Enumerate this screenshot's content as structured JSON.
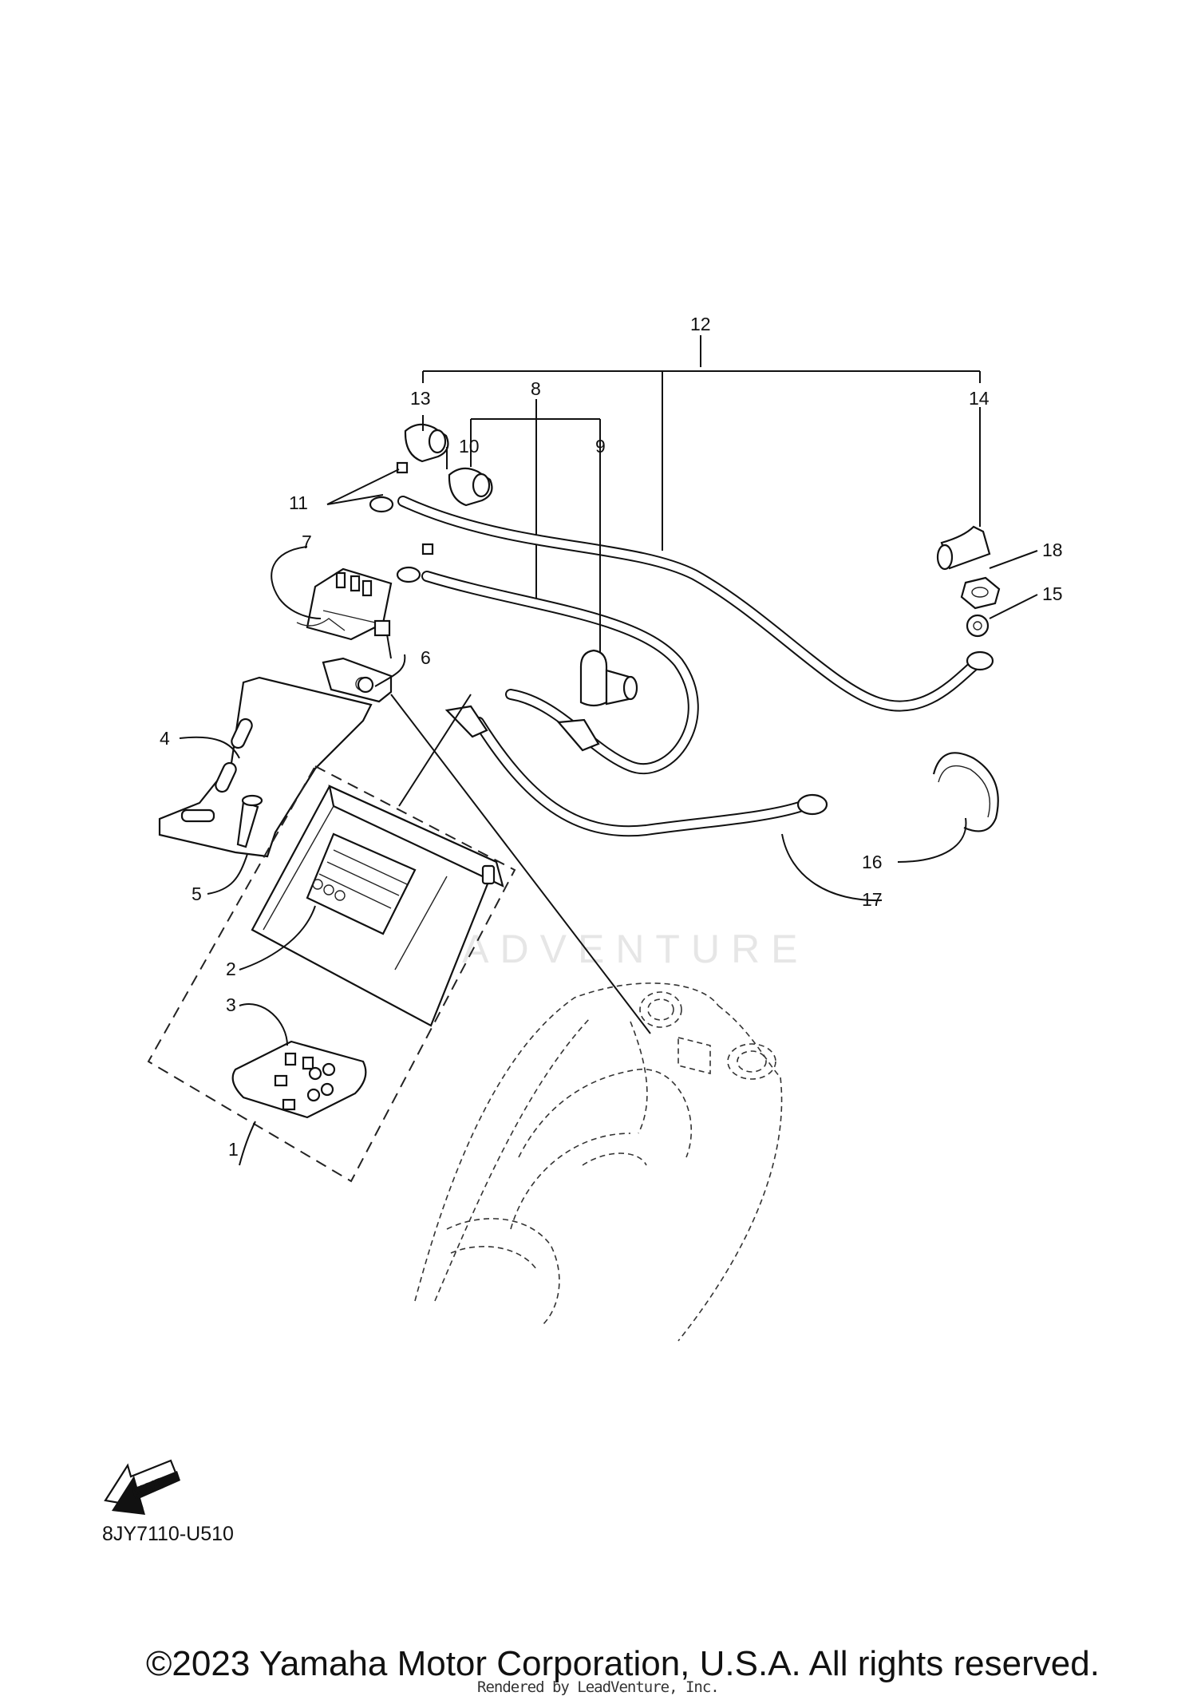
{
  "diagram": {
    "callouts": [
      {
        "id": "1",
        "text": "1"
      },
      {
        "id": "2",
        "text": "2"
      },
      {
        "id": "3",
        "text": "3"
      },
      {
        "id": "4",
        "text": "4"
      },
      {
        "id": "5",
        "text": "5"
      },
      {
        "id": "6",
        "text": "6"
      },
      {
        "id": "7",
        "text": "7"
      },
      {
        "id": "8",
        "text": "8"
      },
      {
        "id": "9",
        "text": "9"
      },
      {
        "id": "10",
        "text": "10"
      },
      {
        "id": "11",
        "text": "11"
      },
      {
        "id": "12",
        "text": "12"
      },
      {
        "id": "13",
        "text": "13"
      },
      {
        "id": "14",
        "text": "14"
      },
      {
        "id": "15",
        "text": "15"
      },
      {
        "id": "16",
        "text": "16"
      },
      {
        "id": "17",
        "text": "17"
      },
      {
        "id": "18",
        "text": "18"
      }
    ],
    "fwd_label": "FWD",
    "watermark": "LEADVENTURE"
  },
  "footer": {
    "diagram_code": "8JY7110-U510",
    "copyright": "©2023 Yamaha Motor Corporation, U.S.A. All rights reserved.",
    "rendered_by": "Rendered by LeadVenture, Inc."
  }
}
